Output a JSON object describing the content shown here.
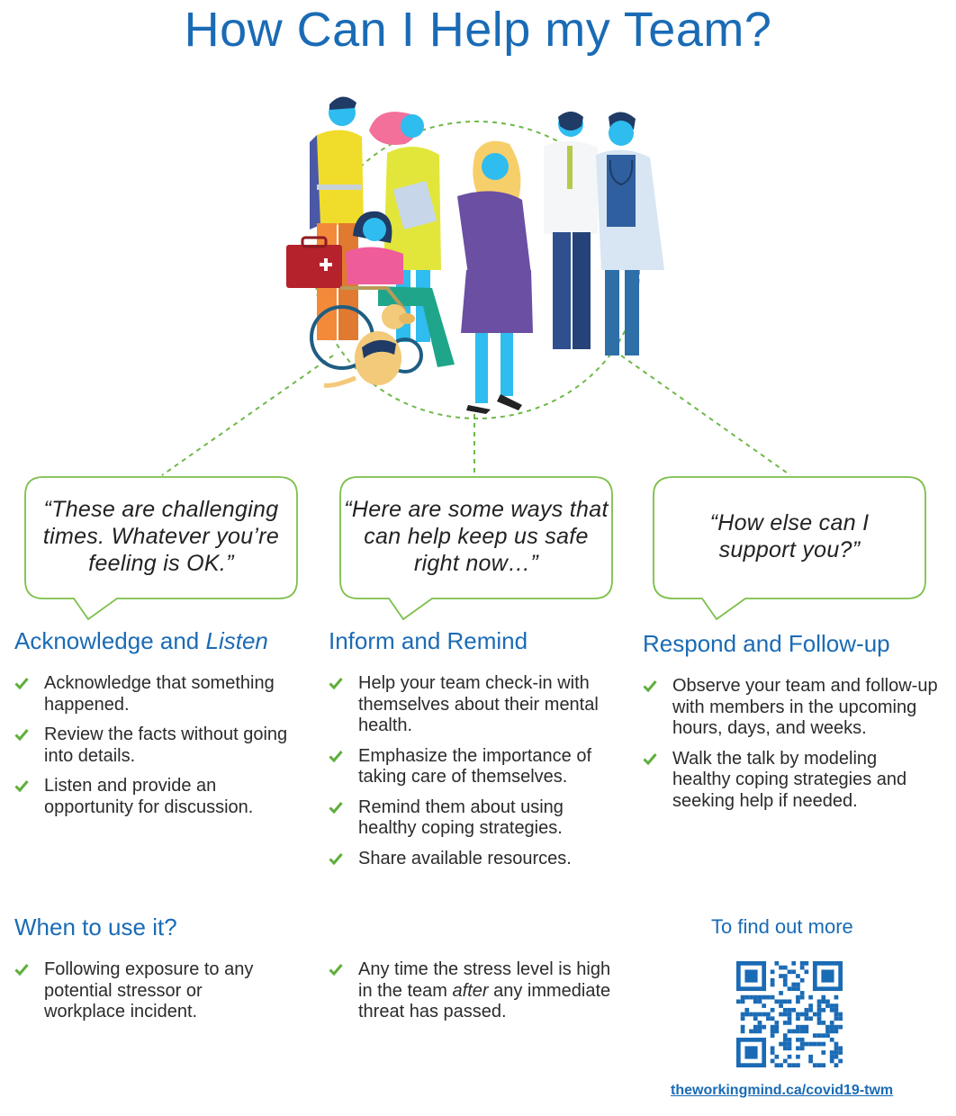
{
  "title": "How Can I Help my Team?",
  "colors": {
    "accent": "#1a6bb5",
    "check": "#5fae3c",
    "bubble_border": "#7cbf4a",
    "dash": "#6fb84a"
  },
  "bubbles": [
    "“These are challenging times. Whatever you’re feeling is OK.”",
    "“Here are some ways that can help keep us safe right now…”",
    "“How else can I support you?”"
  ],
  "columns": [
    {
      "heading": "Acknowledge and ",
      "heading_em": "Listen",
      "items": [
        "Acknowledge that something happened.",
        "Review the facts without going into details.",
        "Listen and provide an opportunity for discussion."
      ]
    },
    {
      "heading": "Inform and Remind",
      "items": [
        "Help your team check-in with themselves about their mental health.",
        "Emphasize the importance of taking care of themselves.",
        "Remind them about using healthy coping strategies.",
        "Share available resources."
      ]
    },
    {
      "heading": "Respond and Follow-up",
      "items": [
        "Observe your team and follow-up with members in the upcoming hours, days, and weeks.",
        "Walk the talk by modeling healthy coping strategies and seeking help if needed."
      ]
    }
  ],
  "when": {
    "heading": "When to use it?",
    "item1": "Following exposure to any potential stressor or workplace incident.",
    "item2_pre": "Any time the stress level is high in the team ",
    "item2_em": "after",
    "item2_post": " any immediate threat has passed."
  },
  "more": {
    "label": "To find out more",
    "link": "theworkingmind.ca/covid19-twm",
    "qr": "qr-code-icon"
  }
}
